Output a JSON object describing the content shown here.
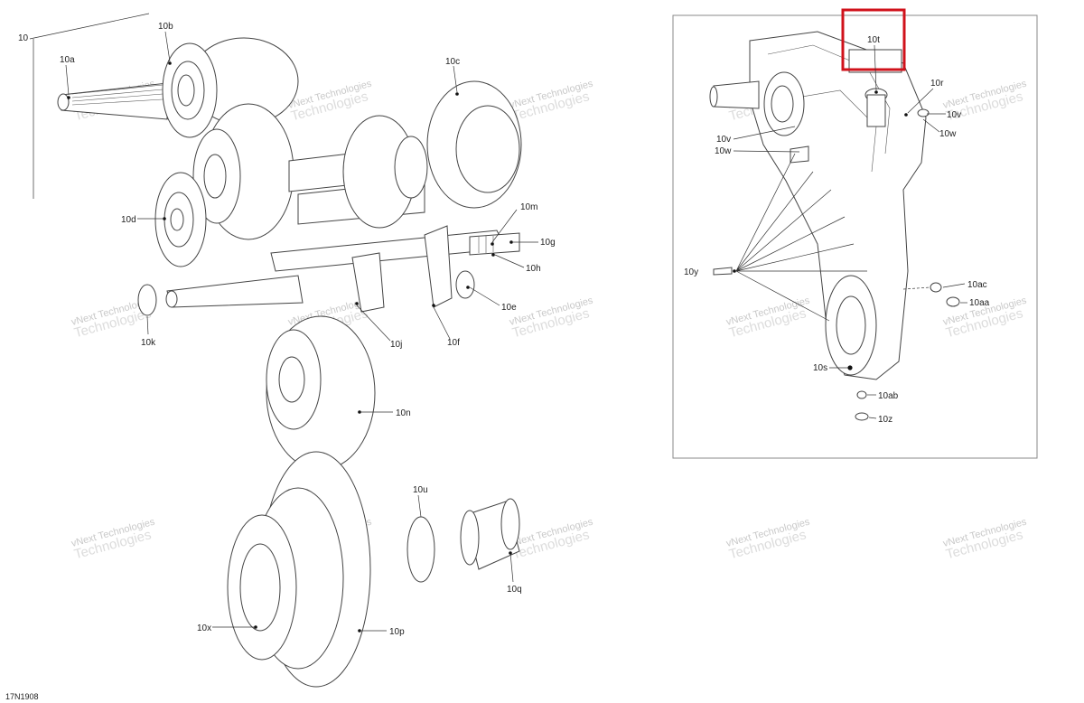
{
  "diagram_code": "17N1908",
  "watermark": {
    "line1": "vNext Technologies",
    "line2": "Technologies"
  },
  "labels": {
    "l10": "10",
    "l10a": "10a",
    "l10b": "10b",
    "l10c": "10c",
    "l10d": "10d",
    "l10e": "10e",
    "l10f": "10f",
    "l10g": "10g",
    "l10h": "10h",
    "l10j": "10j",
    "l10k": "10k",
    "l10m": "10m",
    "l10n": "10n",
    "l10p": "10p",
    "l10q": "10q",
    "l10u": "10u",
    "l10x": "10x",
    "l10t": "10t",
    "l10r": "10r",
    "l10v_a": "10v",
    "l10w_a": "10w",
    "l10v_b": "10v",
    "l10w_b": "10w",
    "l10y": "10y",
    "l10ac": "10ac",
    "l10aa": "10aa",
    "l10s": "10s",
    "l10ab": "10ab",
    "l10z": "10z"
  },
  "highlight_color": "#d0121b"
}
